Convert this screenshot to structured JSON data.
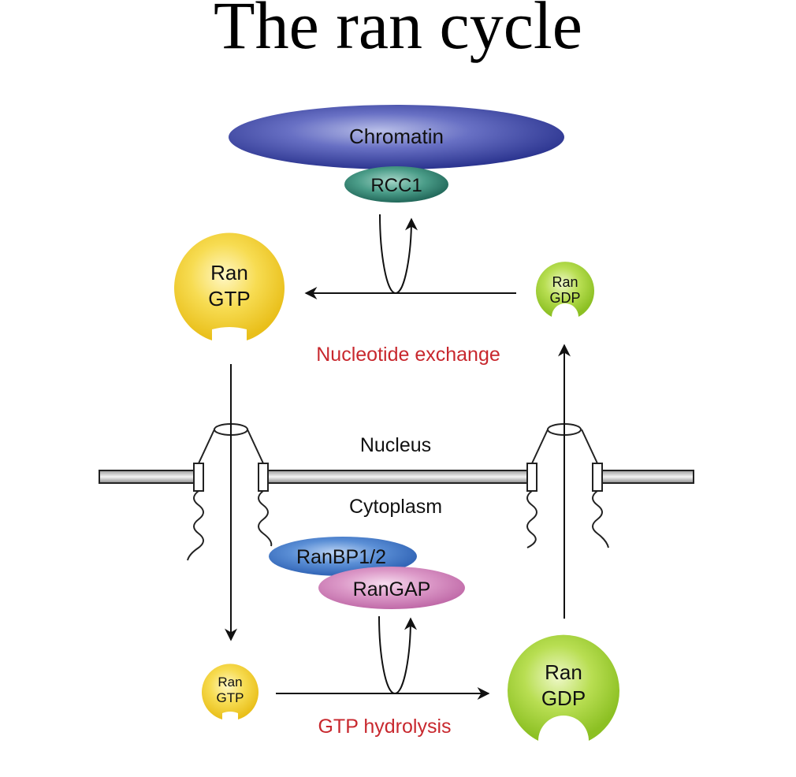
{
  "title": "The ran cycle",
  "labels": {
    "chromatin": "Chromatin",
    "rcc1": "RCC1",
    "ran_gtp_top_1": "Ran",
    "ran_gtp_top_2": "GTP",
    "ran_gdp_top_1": "Ran",
    "ran_gdp_top_2": "GDP",
    "nucleotide_exchange": "Nucleotide exchange",
    "nucleus": "Nucleus",
    "cytoplasm": "Cytoplasm",
    "ranbp": "RanBP1/2",
    "rangap": "RanGAP",
    "ran_gtp_bottom_1": "Ran",
    "ran_gtp_bottom_2": "GTP",
    "ran_gdp_bottom_1": "Ran",
    "ran_gdp_bottom_2": "GDP",
    "gtp_hydrolysis": "GTP hydrolysis"
  },
  "colors": {
    "chromatin": "#3a43a0",
    "rcc1": "#2f7a6b",
    "ran_gtp": "#f2cf2c",
    "ran_gdp": "#9ecb2c",
    "ranbp": "#3f74c4",
    "rangap": "#cf79b5",
    "process_text": "#c8282e"
  }
}
